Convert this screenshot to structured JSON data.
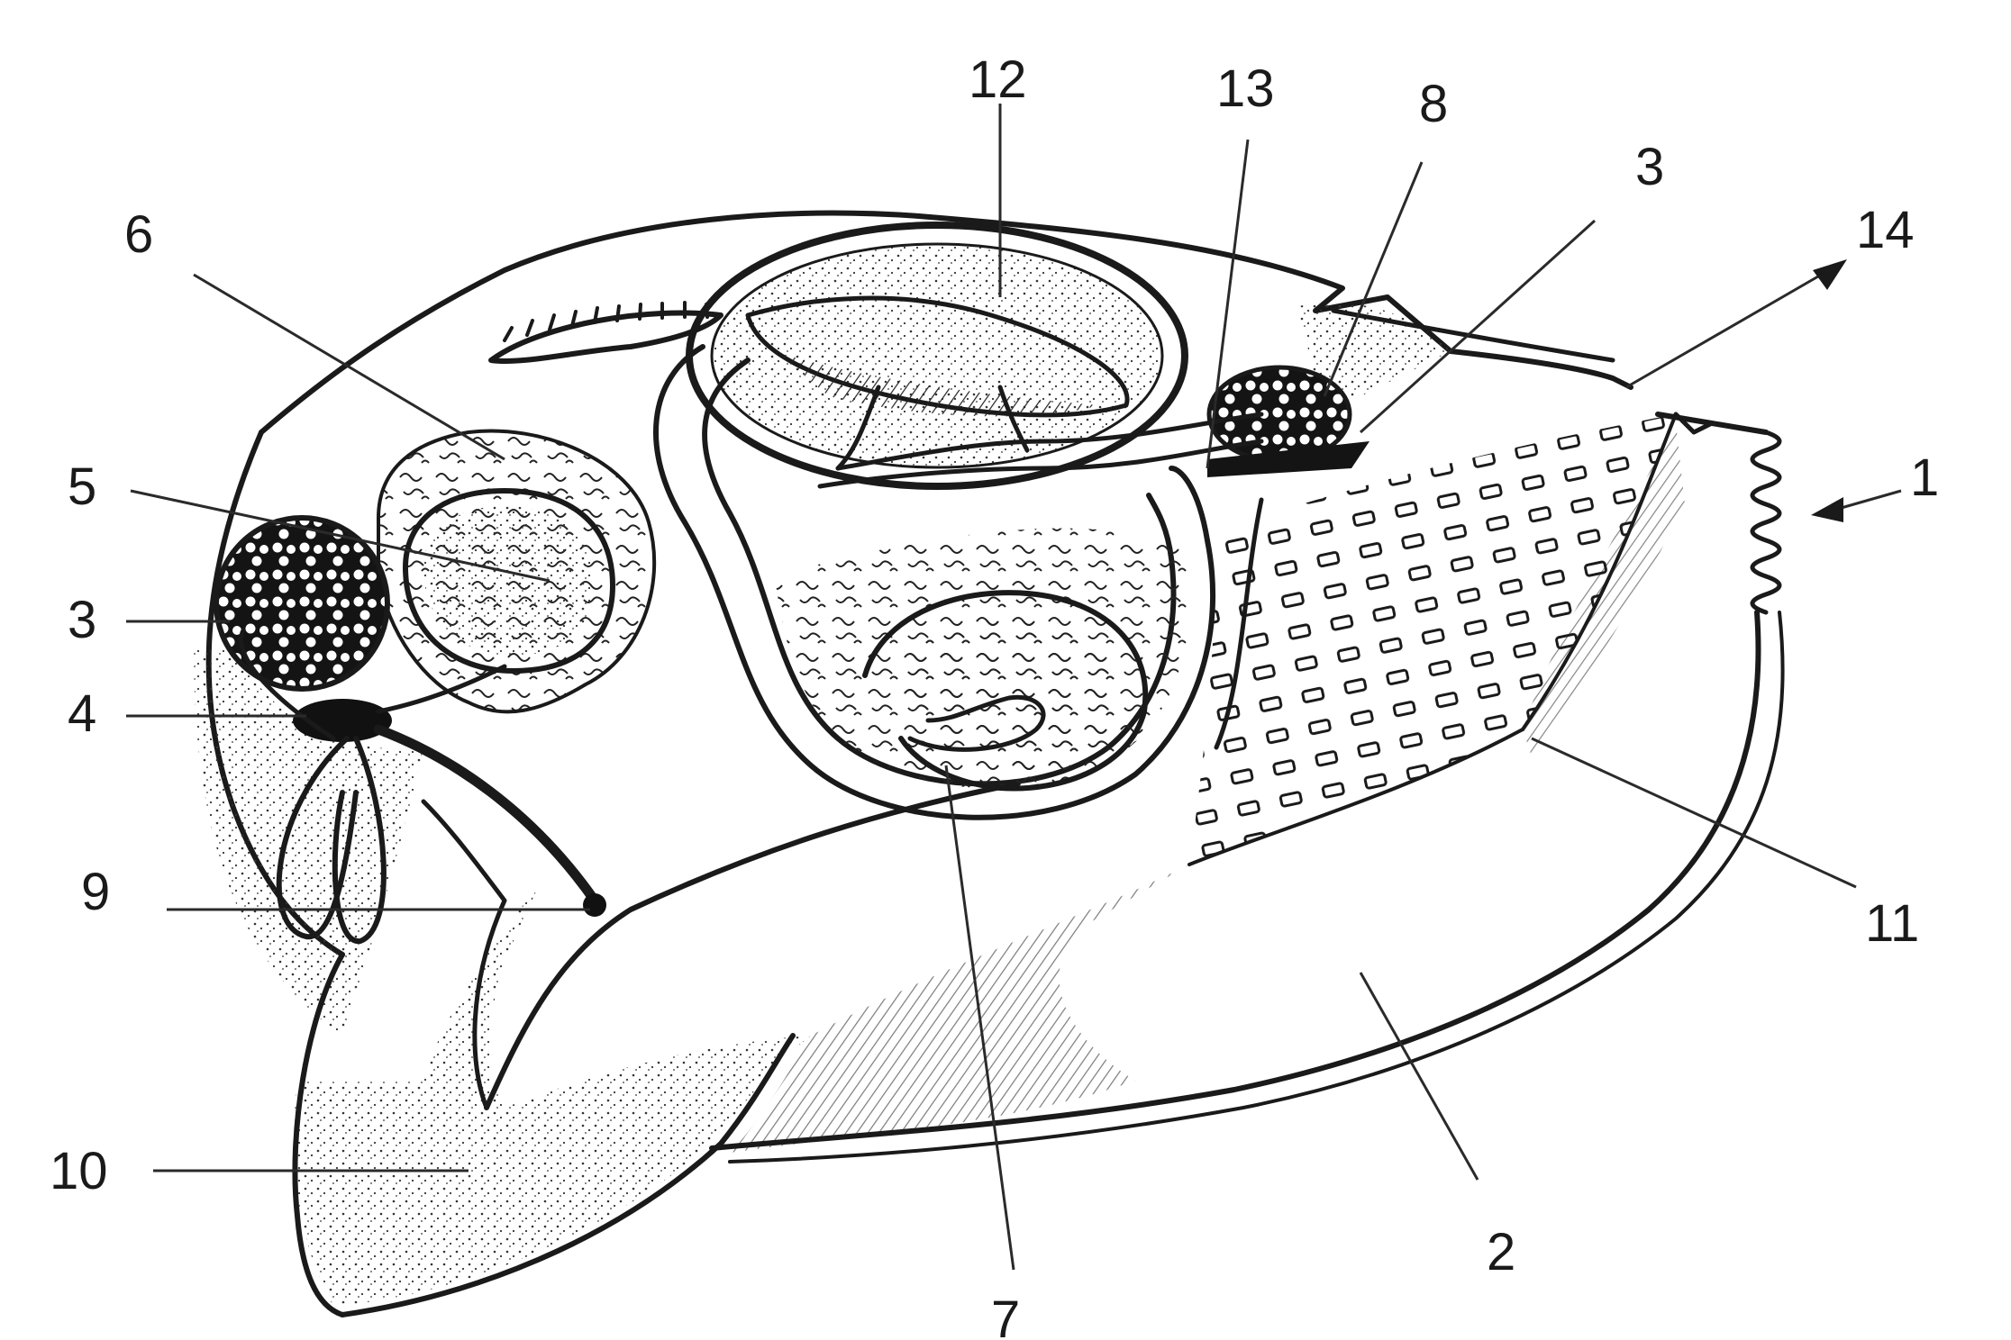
{
  "diagram": {
    "labels": {
      "l1": "1",
      "l2": "2",
      "l3a": "3",
      "l3b": "3",
      "l4": "4",
      "l5": "5",
      "l6": "6",
      "l7": "7",
      "l8": "8",
      "l9": "9",
      "l10": "10",
      "l11": "11",
      "l12": "12",
      "l13": "13",
      "l14": "14"
    }
  },
  "colors": {
    "ink": "#1a1a1a",
    "paper": "#ffffff"
  }
}
